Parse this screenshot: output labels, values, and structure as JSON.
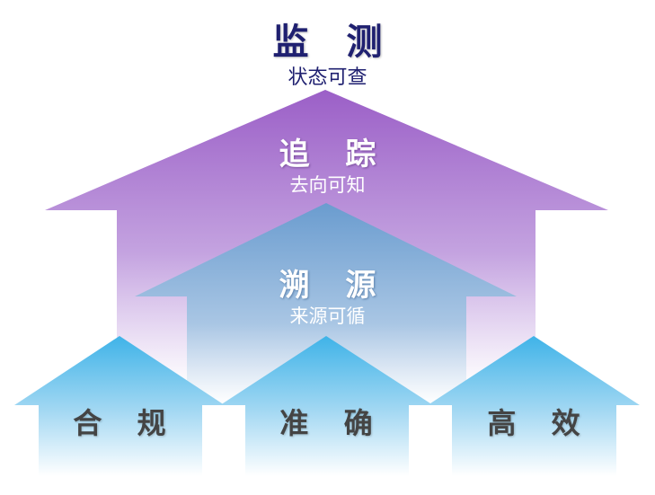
{
  "levels": {
    "monitor": {
      "title": "监 测",
      "subtitle": "状态可查"
    },
    "trace": {
      "title": "追 踪",
      "subtitle": "去向可知"
    },
    "source": {
      "title": "溯 源",
      "subtitle": "来源可循"
    }
  },
  "foundation": [
    {
      "title": "合 规"
    },
    {
      "title": "准 确"
    },
    {
      "title": "高 效"
    }
  ],
  "colors": {
    "purple": "#9b5fc7",
    "steel_blue": "#6a9ccf",
    "sky_blue": "#3fb3e8",
    "dark_navy": "#1f2070",
    "label_gray": "#444444"
  }
}
